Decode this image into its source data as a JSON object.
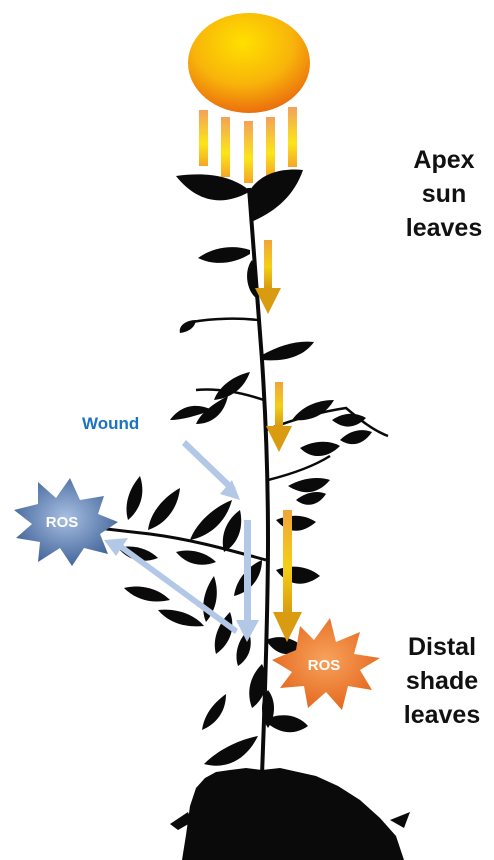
{
  "labels": {
    "apex": [
      "Apex",
      "sun",
      "leaves"
    ],
    "distal": [
      "Distal",
      "shade",
      "leaves"
    ],
    "wound": "Wound"
  },
  "bursts": {
    "left": {
      "text": "ROS",
      "fill": "#5b7fb3",
      "text_color": "#ffffff"
    },
    "right": {
      "text": "ROS",
      "fill": "#ef7a2a",
      "text_color": "#ffffff"
    }
  },
  "colors": {
    "sun": "#f6a20f",
    "light_arrow": "#e7a513",
    "wound_arrow": "#b3c8e6",
    "plant": "#0a0a0a"
  },
  "icons": {
    "sun": "sun-icon",
    "light_rays": "light-ray-icon",
    "plant": "plant-silhouette-icon"
  }
}
